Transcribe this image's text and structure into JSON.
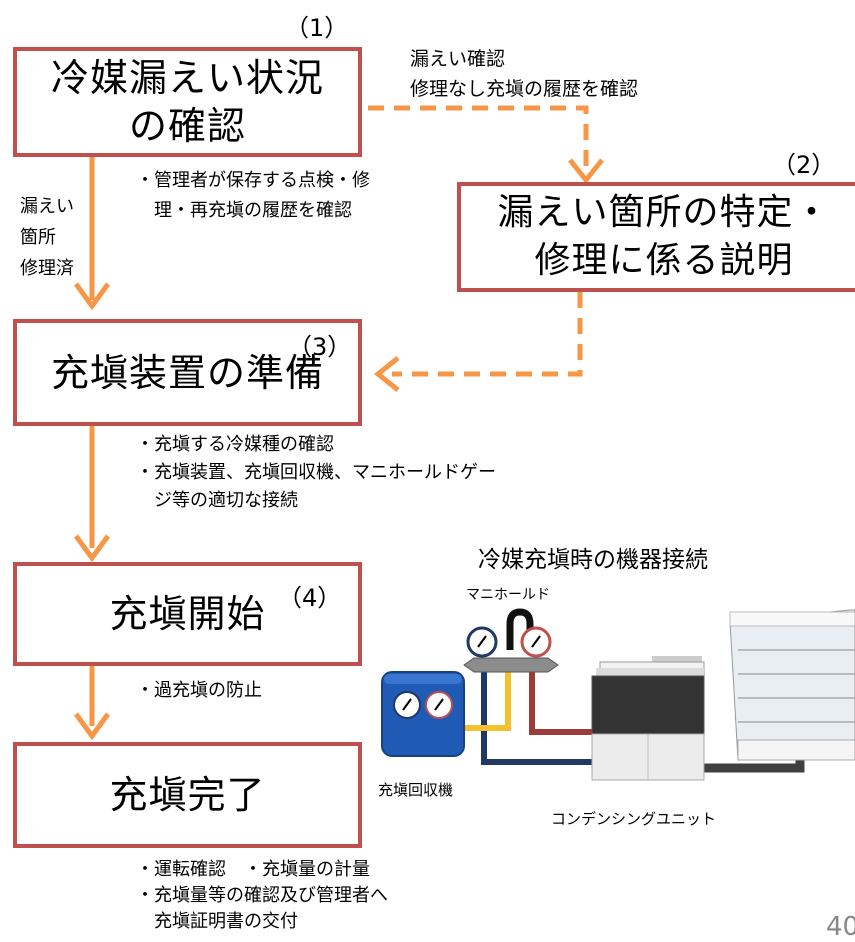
{
  "steps": [
    {
      "num": "（1）",
      "title_lines": [
        "冷媒漏えい状況",
        "の確認"
      ]
    },
    {
      "num": "（2）",
      "title_lines": [
        "漏えい箇所の特定・",
        "修理に係る説明"
      ]
    },
    {
      "num": "（3）",
      "title": "充塡装置の準備"
    },
    {
      "num": "（4）",
      "title": "充塡開始"
    },
    {
      "title": "充塡完了"
    }
  ],
  "dashed_note": [
    "漏えい確認",
    "修理なし充塡の履歴を確認"
  ],
  "side_note": [
    "漏えい",
    "箇所",
    "修理済"
  ],
  "notes": {
    "step1": [
      "・管理者が保存する点検・修",
      "　理・再充塡の履歴を確認"
    ],
    "step3": [
      "・充塡する冷媒種の確認",
      "・充塡装置、充塡回収機、マニホールドゲー",
      "　ジ等の適切な接続"
    ],
    "step4": [
      "・過充塡の防止"
    ],
    "step5": [
      "・運転確認　・充塡量の計量",
      "・充塡量等の確認及び管理者へ",
      "　充塡証明書の交付"
    ]
  },
  "equipment": {
    "title": "冷媒充塡時の機器接続",
    "manifold": "マニホールド",
    "recovery": "充塡回収機",
    "condensing": "コンデンシングユニット"
  },
  "page_number": "40",
  "colors": {
    "box_border": "#c0504d",
    "arrow": "#f79646",
    "pipe_blue": "#1f3864",
    "pipe_red": "#9e3a3a",
    "pipe_yellow": "#f2c12e",
    "recovery_body": "#1f5bb5"
  }
}
